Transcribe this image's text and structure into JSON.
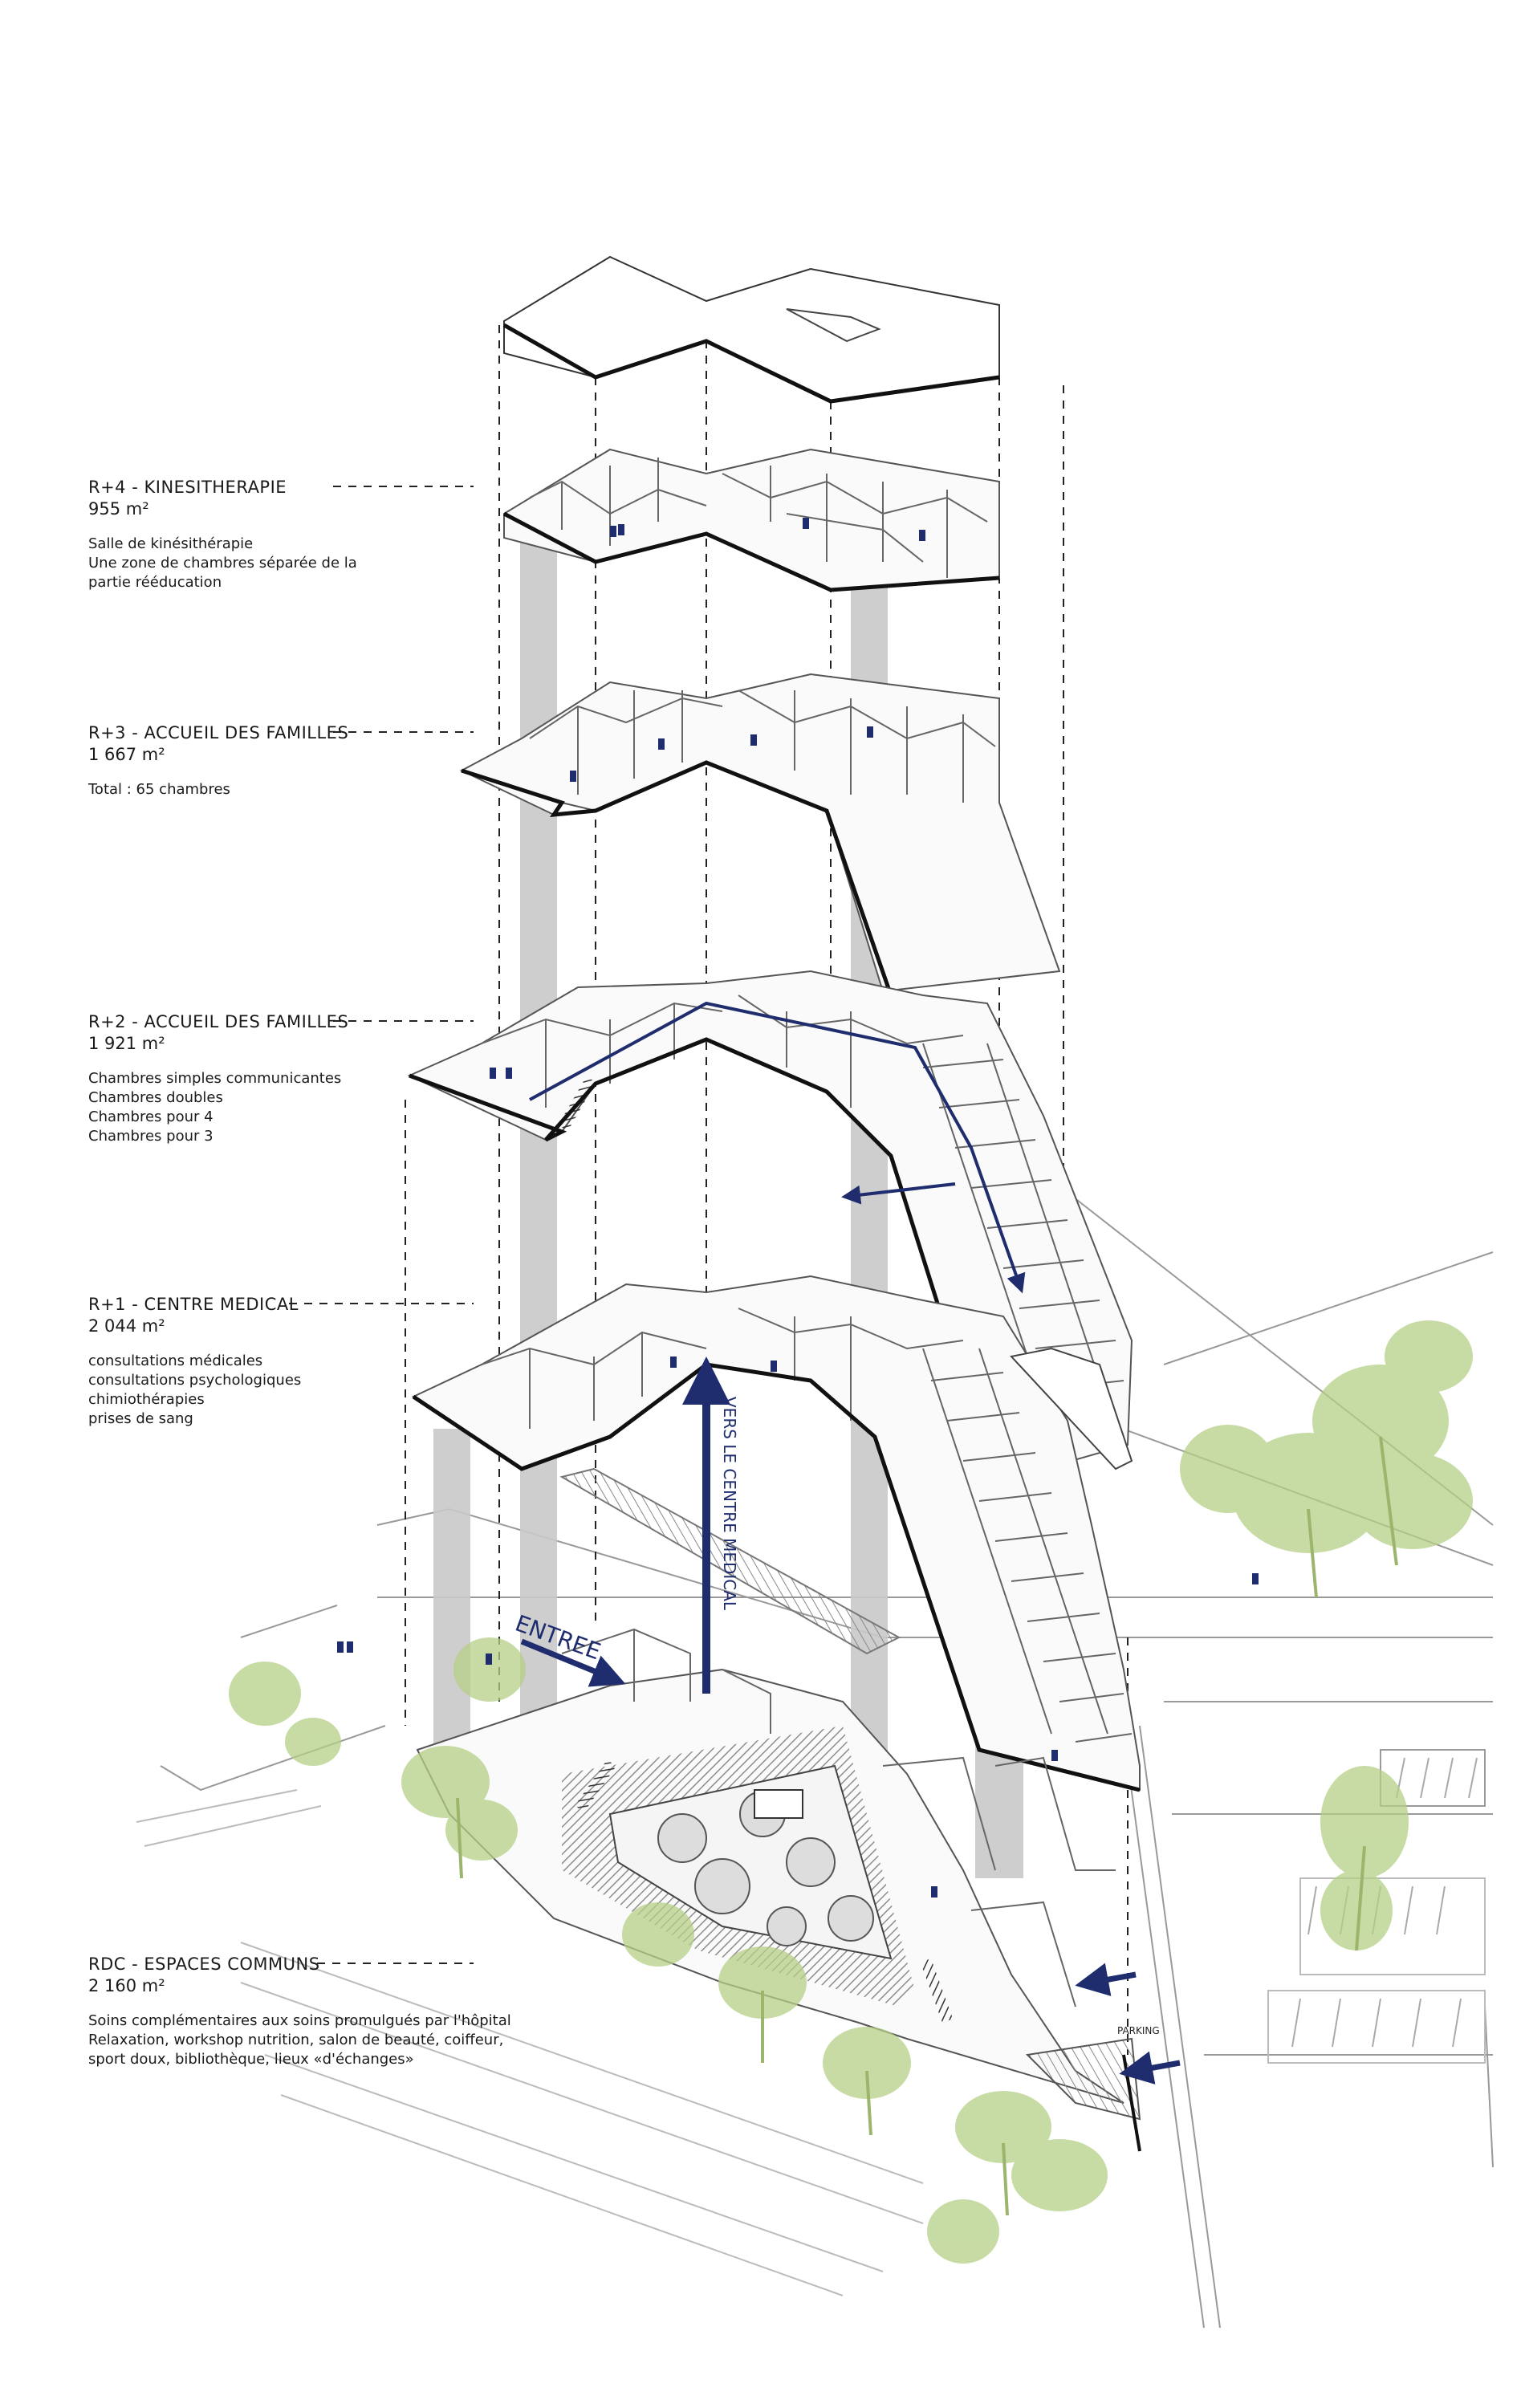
{
  "floors": [
    {
      "key": "r4",
      "title": "R+4 - KINESITHERAPIE",
      "area": "955 m²",
      "lines": [
        "Salle de kinésithérapie",
        "Une zone de chambres séparée de la partie rééducation"
      ]
    },
    {
      "key": "r3",
      "title": "R+3 - ACCUEIL DES FAMILLES",
      "area": "1 667 m²",
      "lines": [
        "Total : 65 chambres"
      ]
    },
    {
      "key": "r2",
      "title": "R+2 - ACCUEIL DES FAMILLES",
      "area": "1 921 m²",
      "lines": [
        "Chambres simples communicantes",
        "Chambres doubles",
        "Chambres pour 4",
        "Chambres pour 3"
      ]
    },
    {
      "key": "r1",
      "title": "R+1  - CENTRE MEDICAL",
      "area": "2 044 m²",
      "lines": [
        "consultations médicales",
        "consultations psychologiques",
        "chimiothérapies",
        "prises de sang"
      ]
    },
    {
      "key": "rdc",
      "title": "RDC - ESPACES COMMUNS",
      "area": "2 160 m²",
      "lines": [
        "Soins complémentaires aux soins promulgués par l'hôpital",
        "Relaxation, workshop nutrition, salon de beauté, coiffeur, sport doux, bibliothèque, lieux «d'échanges»"
      ]
    }
  ],
  "annotations": {
    "entree": "ENTREE",
    "vers_centre": "VERS LE CENTRE MEDICAL",
    "parking": "PARKING"
  },
  "colors": {
    "accent": "#1f2d6e",
    "vegetation": "#b5cf86",
    "column": "#c9c9c9",
    "line": "#1a1a1a"
  }
}
